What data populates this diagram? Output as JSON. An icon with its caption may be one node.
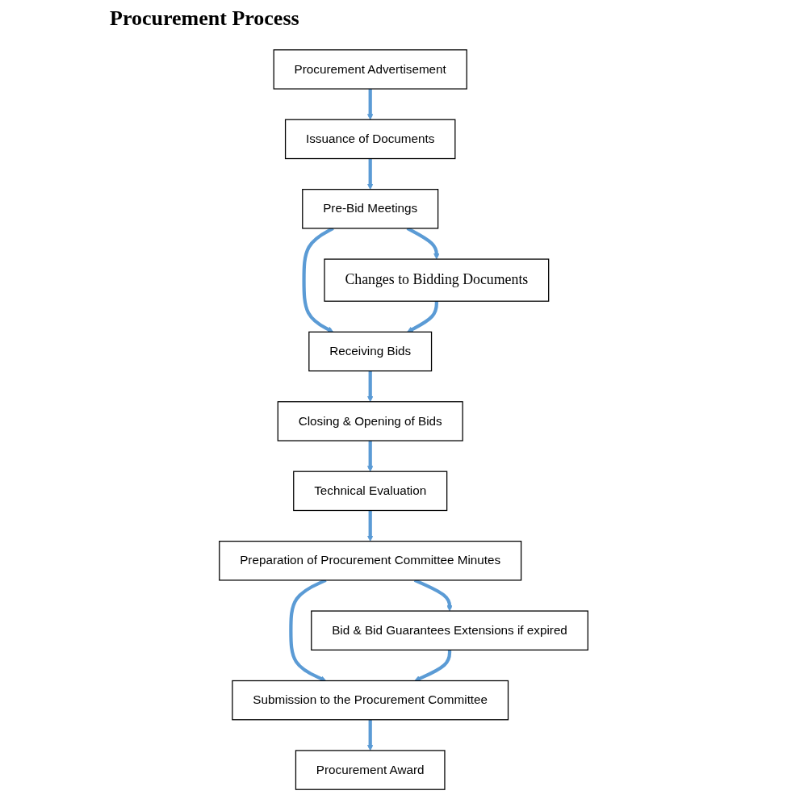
{
  "diagram": {
    "title": "Procurement Process",
    "nodes": [
      {
        "text": [
          "Procurement Advertisement"
        ]
      },
      {
        "text": [
          "Issuance of Documents"
        ]
      },
      {
        "text": [
          "Pre-Bid Meetings"
        ]
      },
      {
        "text": [
          "Changes to Bidding Documents"
        ]
      },
      {
        "text": [
          "Receiving Bids"
        ]
      },
      {
        "text": [
          "Closing & Opening of Bids"
        ]
      },
      {
        "text": [
          "Technical Evaluation"
        ]
      },
      {
        "text": [
          "Preparation of Procurement Committee Minutes"
        ]
      },
      {
        "text": [
          "Bid & Bid Guarantees Extensions if expired"
        ]
      },
      {
        "text": [
          "Submission to the Procurement Committee"
        ]
      },
      {
        "text": [
          "Procurement Award"
        ]
      }
    ],
    "edges": [
      {
        "from": 0,
        "to": 1,
        "arrow": "to"
      },
      {
        "from": 1,
        "to": 2,
        "arrow": "to"
      },
      {
        "from": 2,
        "to": 3,
        "arrow": "to"
      },
      {
        "from": 2,
        "to": 4,
        "arrow": "to"
      },
      {
        "from": 3,
        "to": 4,
        "arrow": "to"
      },
      {
        "from": 4,
        "to": 5,
        "arrow": "to"
      },
      {
        "from": 5,
        "to": 6,
        "arrow": "to"
      },
      {
        "from": 6,
        "to": 7,
        "arrow": "to"
      },
      {
        "from": 7,
        "to": 8,
        "arrow": "to"
      },
      {
        "from": 7,
        "to": 9,
        "arrow": "to"
      },
      {
        "from": 8,
        "to": 9,
        "arrow": "to"
      },
      {
        "from": 9,
        "to": 10,
        "arrow": "to"
      }
    ]
  }
}
